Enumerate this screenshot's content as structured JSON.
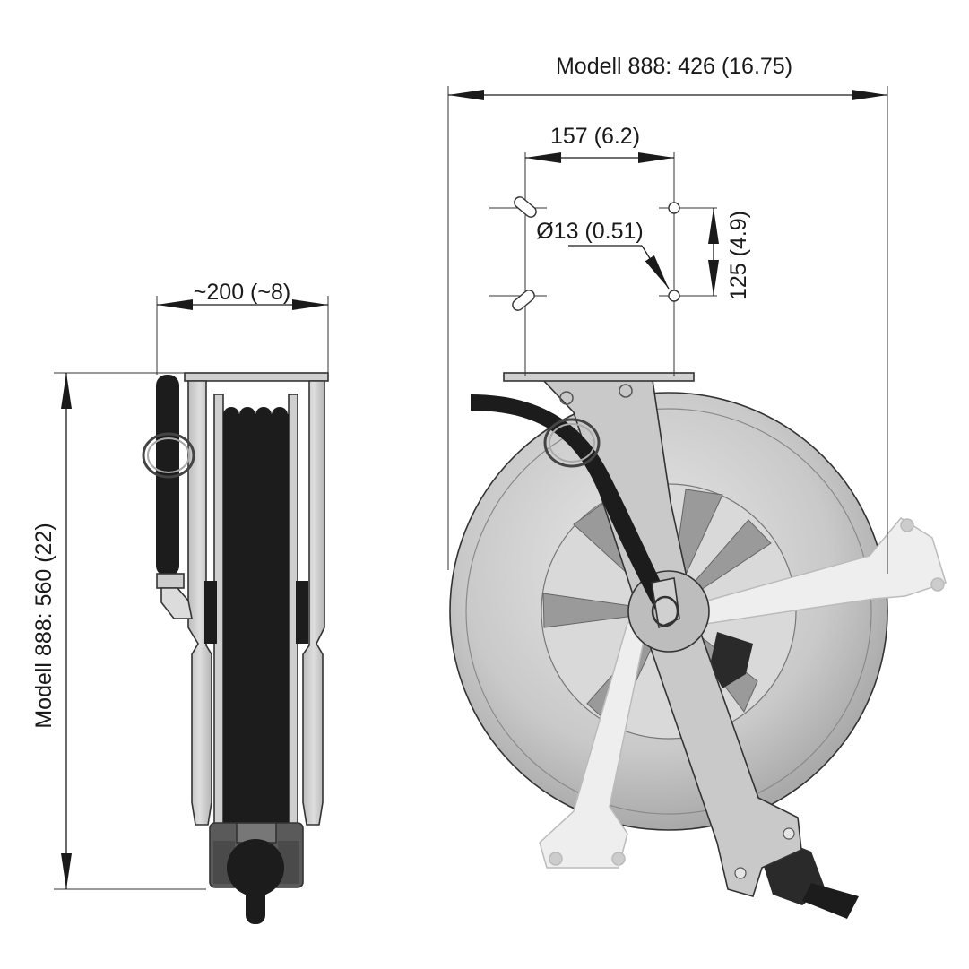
{
  "dimensions": {
    "overall_width": "Modell 888: 426 (16.75)",
    "hole_spacing_horizontal": "157 (6.2)",
    "hole_spacing_vertical": "125 (4.9)",
    "hole_diameter": "Ø13 (0.51)",
    "side_depth": "~200 (~8)",
    "overall_height": "Modell  888: 560 (22)"
  },
  "colors": {
    "metal": "#c8c8c8",
    "metal_dark": "#9a9a9a",
    "hose": "#1c1c1c",
    "outline": "#333333",
    "ghost_arm": "#eeeeee"
  }
}
